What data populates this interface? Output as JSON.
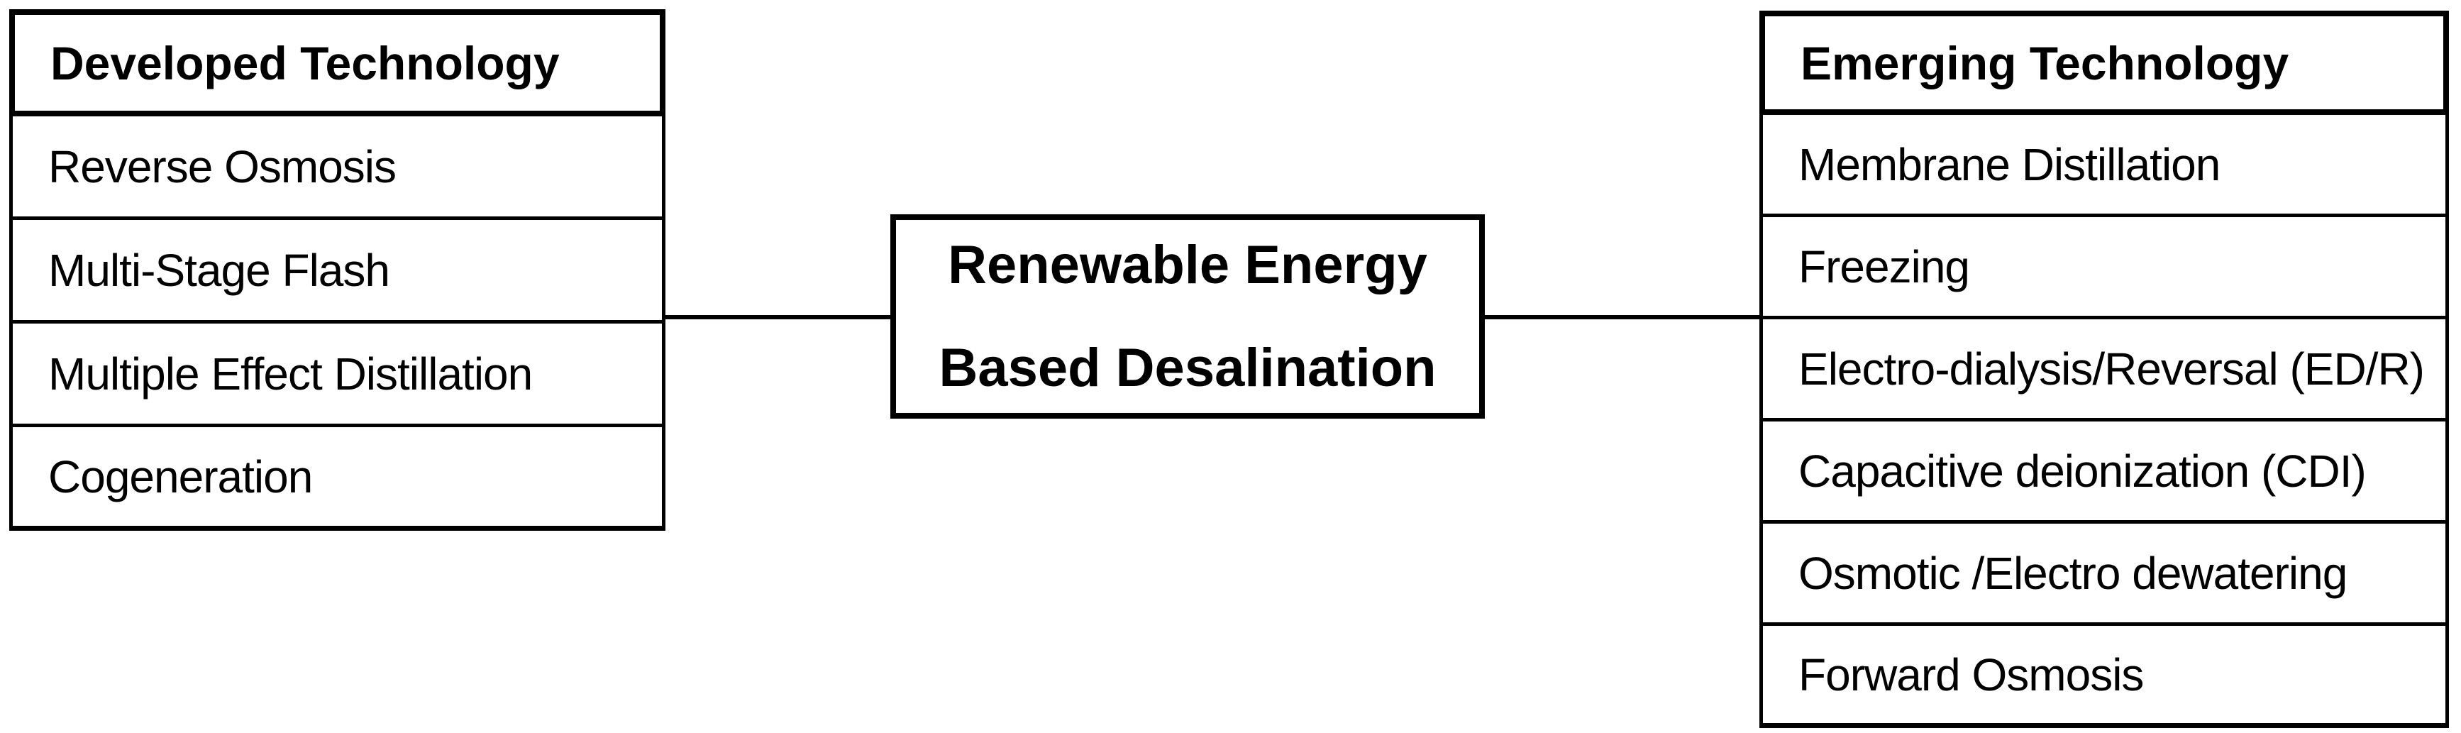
{
  "diagram": {
    "title_box": {
      "line1": "Renewable Energy",
      "line2": "Based Desalination"
    },
    "developed": {
      "header": "Developed Technology",
      "rows": [
        "Reverse Osmosis",
        "Multi-Stage Flash",
        "Multiple Effect Distillation",
        "Cogeneration"
      ]
    },
    "emerging": {
      "header": "Emerging Technology",
      "rows": [
        "Membrane Distillation",
        "Freezing",
        "Electro-dialysis/Reversal (ED/R)",
        "Capacitive deionization (CDI)",
        "Osmotic /Electro dewatering",
        "Forward Osmosis"
      ]
    },
    "colors": {
      "line": "#000000",
      "background": "#ffffff",
      "text": "#000000"
    }
  }
}
